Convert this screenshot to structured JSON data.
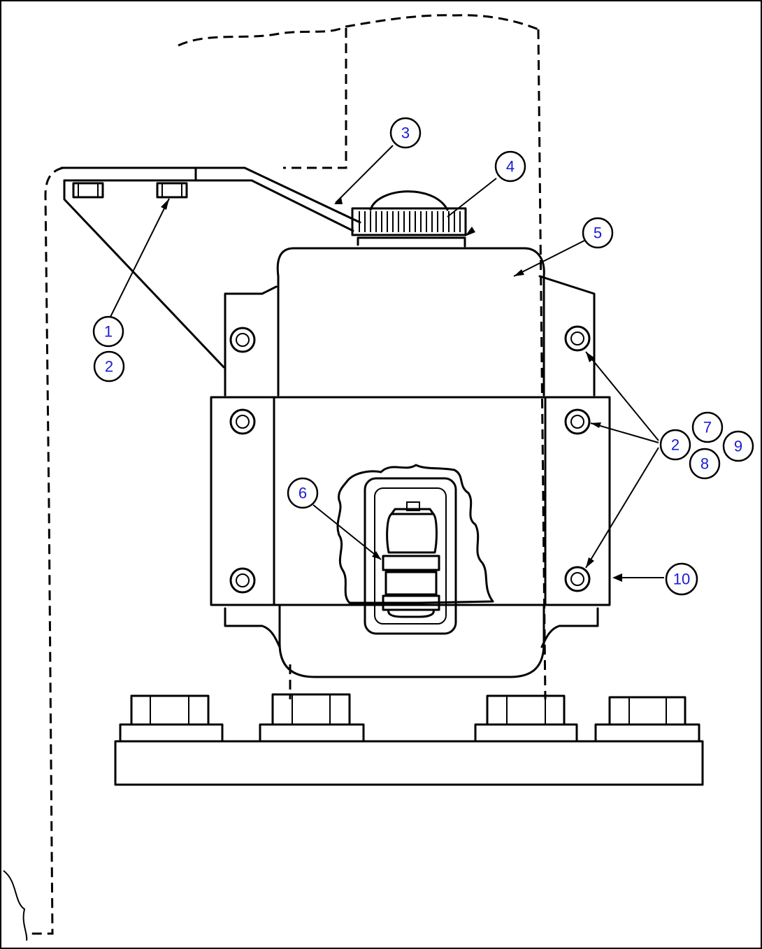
{
  "callouts": {
    "c1": "1",
    "c2a": "2",
    "c3": "3",
    "c4": "4",
    "c5": "5",
    "c6": "6",
    "c2b": "2",
    "c7": "7",
    "c8": "8",
    "c9": "9",
    "c10": "10"
  },
  "colors": {
    "callout_text": "#1a1ad6",
    "line": "#000000",
    "background": "#ffffff"
  }
}
